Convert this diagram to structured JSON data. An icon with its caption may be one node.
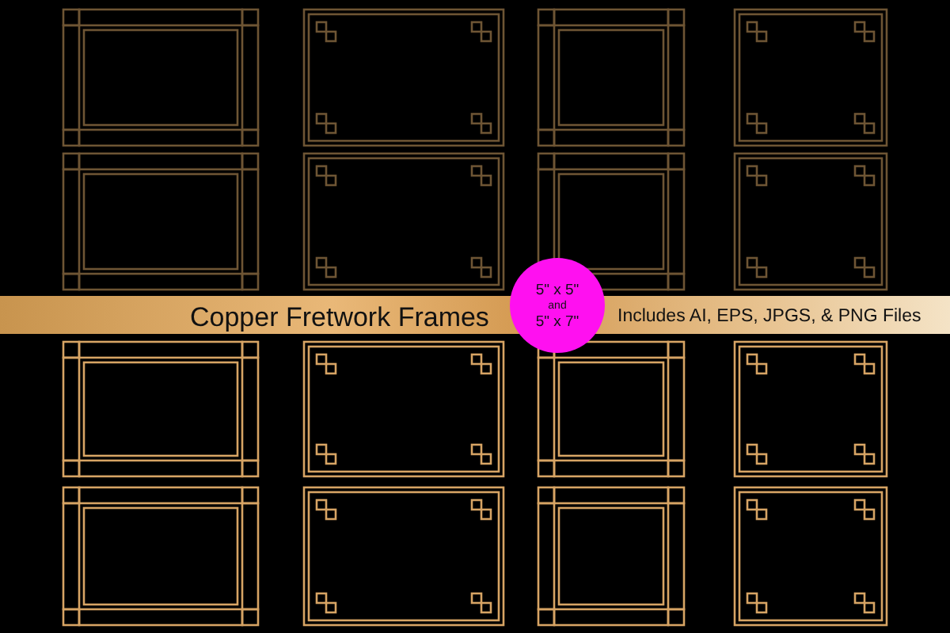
{
  "diagram": {
    "title": "Copper Fretwork Frames",
    "nodes": [
      {
        "text": [
          "5\" x 5\"",
          "and",
          "5\" x 7\""
        ]
      }
    ],
    "labels": [
      "Includes AI, EPS, JPGS, & PNG Files"
    ]
  }
}
